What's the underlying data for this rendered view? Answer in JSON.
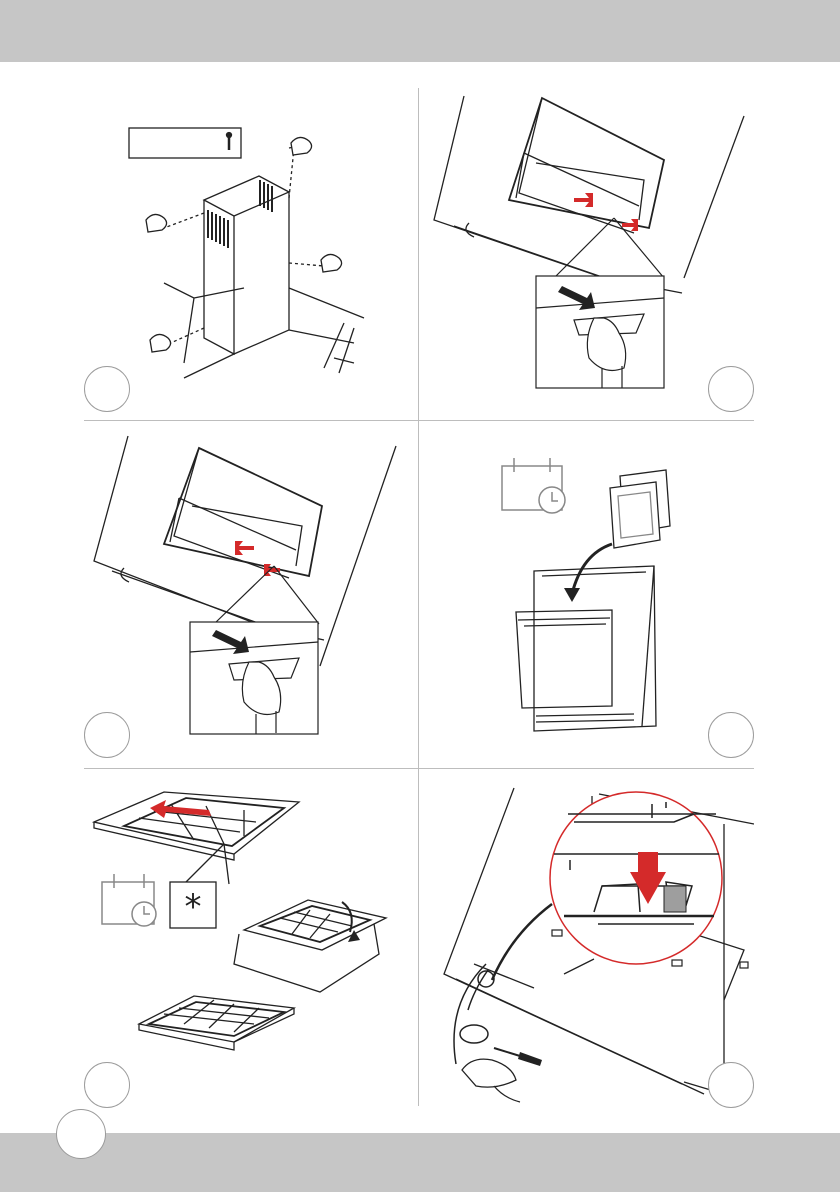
{
  "manual_page": {
    "header": {},
    "footer": {},
    "panels": [
      {
        "id": "chimney-fixing",
        "icons": [
          "screw-icon",
          "hand-icon"
        ]
      },
      {
        "id": "grease-filter-release-1",
        "icons": [
          "arrow-icon",
          "hand-icon"
        ]
      },
      {
        "id": "grease-filter-release-2",
        "icons": [
          "arrow-icon",
          "hand-icon"
        ]
      },
      {
        "id": "dishwasher-cleaning",
        "icons": [
          "calendar-clock-icon",
          "dishwasher-icon"
        ]
      },
      {
        "id": "carbon-filter",
        "icons": [
          "calendar-clock-icon",
          "asterisk-icon"
        ]
      },
      {
        "id": "lamp-replacement",
        "icons": [
          "screwdriver-icon",
          "lamp-icon"
        ]
      }
    ],
    "asterisk_symbol": "*",
    "accent_red": "#d42a2a",
    "line_color": "#222222"
  }
}
